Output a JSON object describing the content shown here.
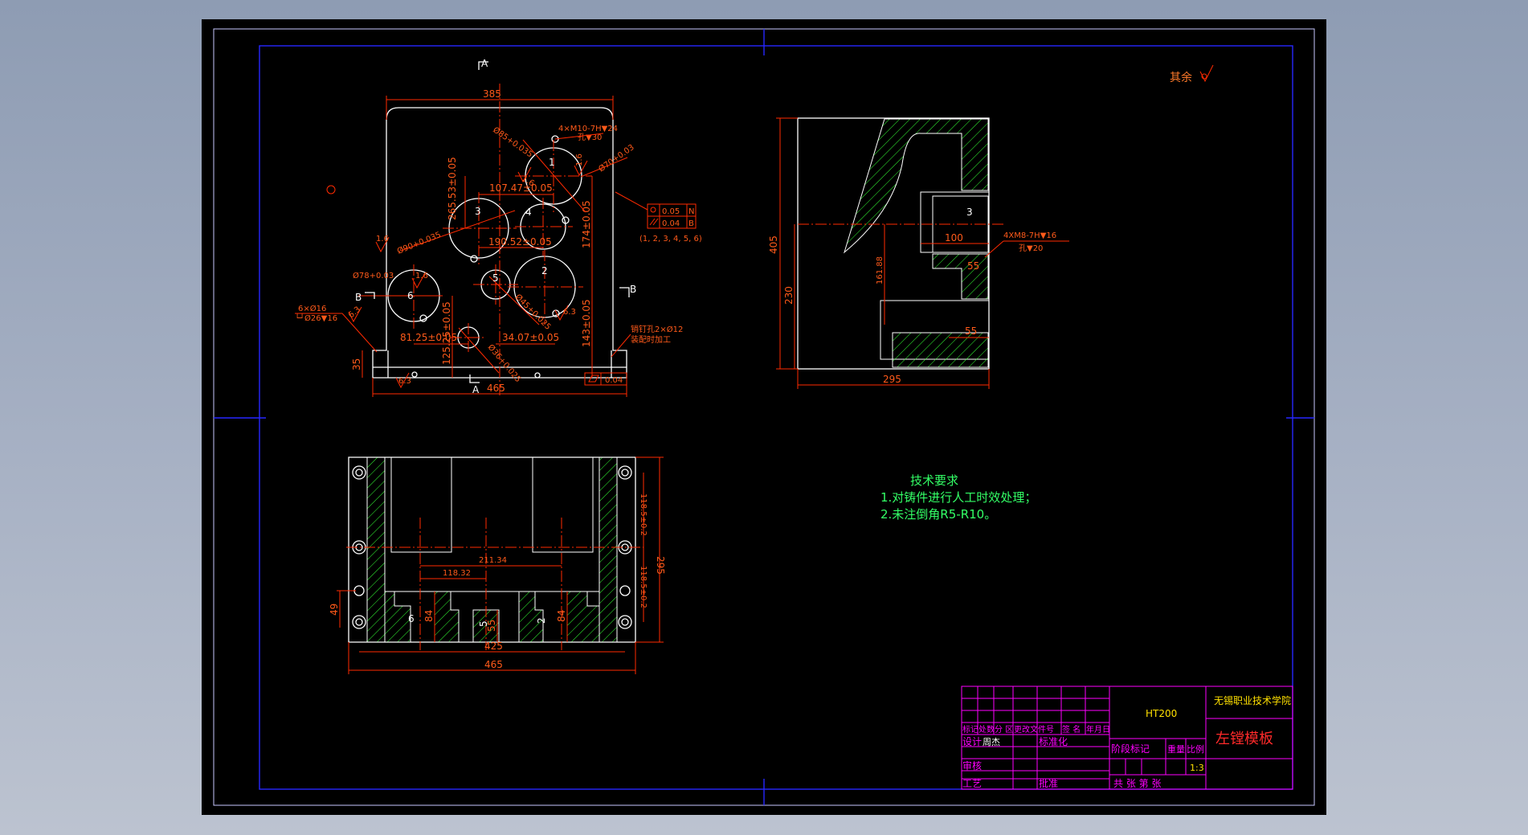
{
  "drawing": {
    "roughness_note": "其余",
    "front_view": {
      "section_labels": [
        "A",
        "A",
        "B",
        "B"
      ],
      "dims": {
        "top_width": "385",
        "bottom_width": "465",
        "h_107": "107.47±0.05",
        "h_190": "190.52±0.05",
        "h_265": "265.53±0.05",
        "h_174": "174±0.05",
        "h_143": "143±0.05",
        "h_34": "34.07±0.05",
        "h_81": "81.25±0.05",
        "h_125": "125.25±0.05",
        "h_35": "35",
        "d_85": "Ø85+0.035",
        "d_70": "Ø70+0.03",
        "d_90": "Ø90+0.035",
        "d_78": "Ø78+0.03",
        "d_45": "Ø45+0.025",
        "d_36": "Ø36+0.025",
        "holes_4x": "4×M10-7H▼24",
        "holes_4x_sub": "孔▼30",
        "holes_6x": "6×Ø16",
        "holes_6x_sub": "└┘Ø26▼16",
        "pin_hole": "销钉孔2×Ø12",
        "pin_hole_sub": "装配时加工",
        "flatness": "0.04",
        "list": "(1, 2, 3, 4, 5, 6)",
        "tol_pos": "0.05",
        "tol_pos_ref": "N",
        "tol_par": "0.04",
        "tol_par_ref": "B",
        "roughness_marks": [
          "1.6",
          "1.6",
          "1.6",
          "1.6",
          "6.3",
          "6.3",
          "6.3"
        ]
      },
      "hole_labels": [
        "1",
        "2",
        "3",
        "4",
        "5",
        "6"
      ]
    },
    "side_view": {
      "dims": {
        "h_405": "405",
        "h_230": "230",
        "h_161": "161.88",
        "w_295": "295",
        "w_100": "100",
        "w_55a": "55",
        "w_55b": "55",
        "thread": "4XM8-7H▼16",
        "thread_sub": "孔▼20"
      },
      "label": "3"
    },
    "section_view": {
      "dims": {
        "w_425": "425",
        "w_465": "465",
        "w_211": "211.34",
        "w_118": "118.32",
        "h_295": "295",
        "h_118a": "118.5±0.2",
        "h_118b": "118.5±0.2",
        "h_49": "49",
        "h_84a": "84",
        "h_84b": "84",
        "h_55": "55"
      },
      "labels": [
        "6",
        "5",
        "2"
      ]
    },
    "tech_requirements": {
      "title": "技术要求",
      "items": [
        "1.对铸件进行人工时效处理；",
        "2.未注倒角R5-R10。"
      ]
    }
  },
  "title_block": {
    "material": "HT200",
    "school": "无锡职业技术学院",
    "drawing_name": "左镗模板",
    "header_row": [
      "标记",
      "处数",
      "分 区",
      "更改文件号",
      "签 名",
      "年月日"
    ],
    "designer_label": "设计",
    "designer": "周杰",
    "standard_label": "标准化",
    "stage_label": "阶段标记",
    "weight_label": "重量",
    "scale_label": "比例",
    "scale": "1:3",
    "review_label": "审核",
    "process_label": "工艺",
    "approve_label": "批准",
    "sheet_info": "共  张 第  张"
  },
  "colors": {
    "background": "#000000",
    "dimension": "#ff2a00",
    "outline": "#ffffff",
    "hatch": "#33ff33",
    "frame": "#2727ff",
    "titleblock": "#ff00ff",
    "note": "#33ff66"
  }
}
